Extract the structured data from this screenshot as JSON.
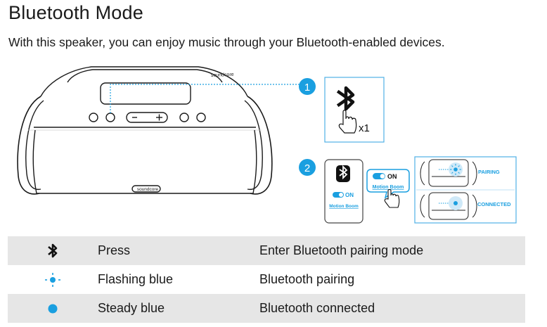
{
  "title": "Bluetooth Mode",
  "subtitle": "With this speaker, you can enjoy music through your Bluetooth-enabled devices.",
  "figure": {
    "speaker": {
      "brand_top": "soundcore",
      "brand_front": "soundcore"
    },
    "step1": {
      "number": "1",
      "press_count": "x1"
    },
    "step2": {
      "number": "2",
      "toggle_state": "ON",
      "toggle_label": "Motion Boom",
      "status_pairing": "PAIRING",
      "status_connected": "CONNECTED"
    },
    "colors": {
      "accent": "#1a9fe0",
      "box_border": "#4fb0e6",
      "row_shade": "#e6e6e6"
    }
  },
  "legend": [
    {
      "icon": "bluetooth-icon",
      "state": "Press",
      "description": "Enter Bluetooth pairing mode"
    },
    {
      "icon": "flashing-blue-dot-icon",
      "state": "Flashing blue",
      "description": "Bluetooth pairing"
    },
    {
      "icon": "steady-blue-dot-icon",
      "state": "Steady blue",
      "description": "Bluetooth connected"
    }
  ]
}
